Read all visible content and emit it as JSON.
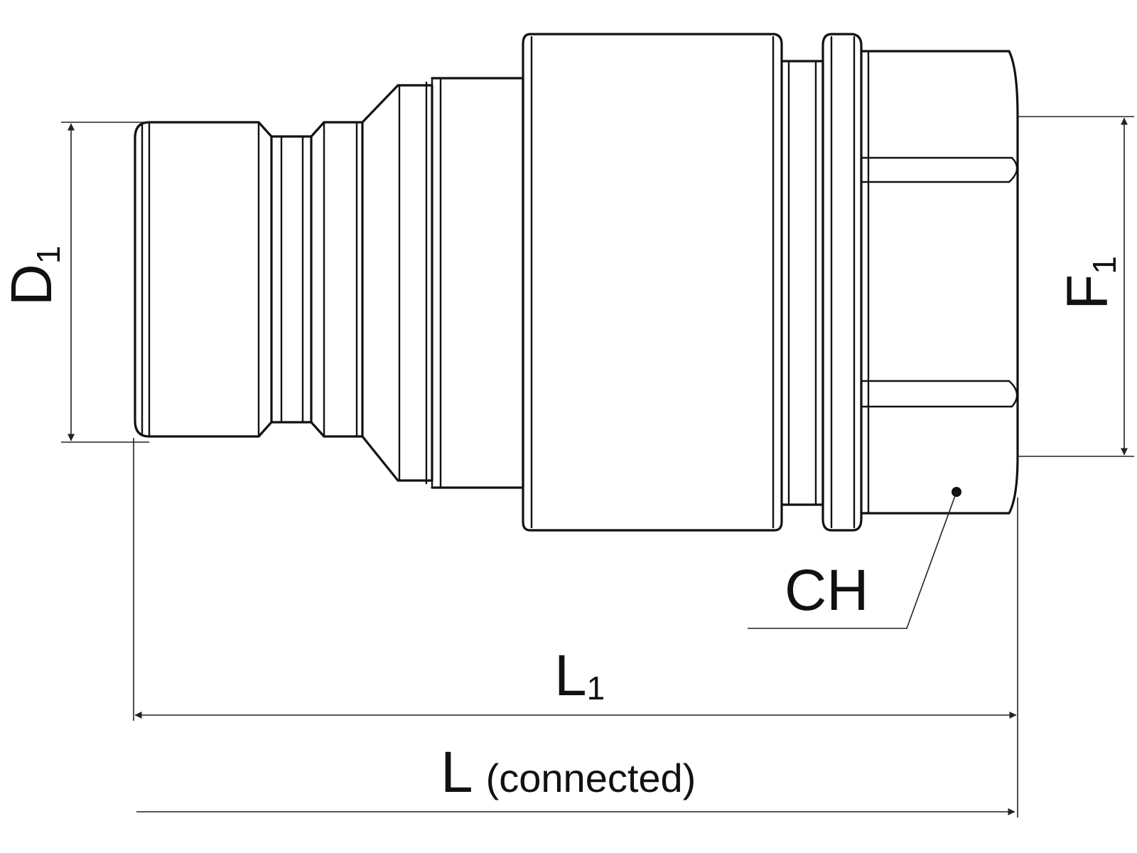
{
  "labels": {
    "d1": {
      "main": "D",
      "sub": "1"
    },
    "f1": {
      "main": "F",
      "sub": "1"
    },
    "ch": "CH",
    "l1": {
      "main": "L",
      "sub": "1"
    },
    "l": {
      "main": "L",
      "note": "(connected)"
    }
  },
  "colors": {
    "line": "#111111",
    "background": "#ffffff"
  }
}
